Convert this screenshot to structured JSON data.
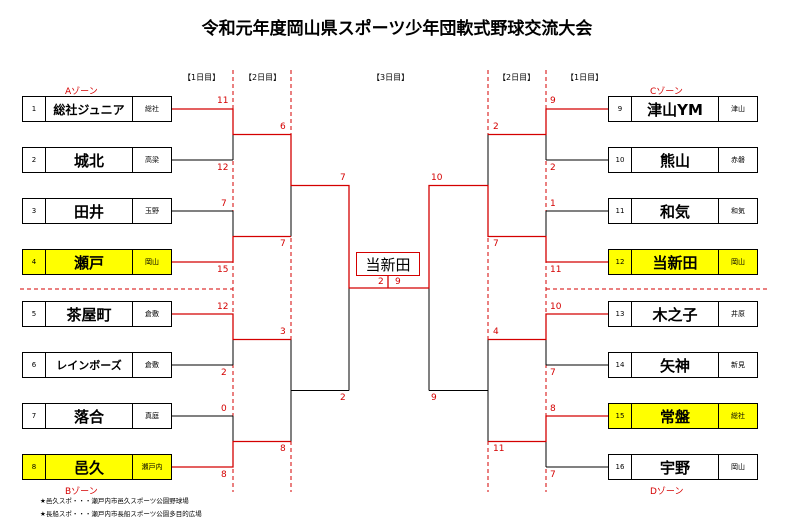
{
  "title": "令和元年度岡山県スポーツ少年団軟式野球交流大会",
  "round_labels": {
    "r1": "【1日目】",
    "r2": "【2日目】",
    "r3": "【3日目】"
  },
  "zones": {
    "a": "Aゾーン",
    "b": "Bゾーン",
    "c": "Cゾーン",
    "d": "Dゾーン"
  },
  "champion": "当新田",
  "left_teams": [
    {
      "seed": "1",
      "name": "総社ジュニア",
      "region": "総社",
      "highlight": false
    },
    {
      "seed": "2",
      "name": "城北",
      "region": "高梁",
      "highlight": false
    },
    {
      "seed": "3",
      "name": "田井",
      "region": "玉野",
      "highlight": false
    },
    {
      "seed": "4",
      "name": "瀬戸",
      "region": "岡山",
      "highlight": true
    },
    {
      "seed": "5",
      "name": "茶屋町",
      "region": "倉敷",
      "highlight": false
    },
    {
      "seed": "6",
      "name": "レインボーズ",
      "region": "倉敷",
      "highlight": false
    },
    {
      "seed": "7",
      "name": "落合",
      "region": "真庭",
      "highlight": false
    },
    {
      "seed": "8",
      "name": "邑久",
      "region": "瀬戸内",
      "highlight": true
    }
  ],
  "right_teams": [
    {
      "seed": "9",
      "name": "津山YM",
      "region": "津山",
      "highlight": false
    },
    {
      "seed": "10",
      "name": "熊山",
      "region": "赤磐",
      "highlight": false
    },
    {
      "seed": "11",
      "name": "和気",
      "region": "和気",
      "highlight": false
    },
    {
      "seed": "12",
      "name": "当新田",
      "region": "岡山",
      "highlight": true
    },
    {
      "seed": "13",
      "name": "木之子",
      "region": "井原",
      "highlight": false
    },
    {
      "seed": "14",
      "name": "矢神",
      "region": "新見",
      "highlight": false
    },
    {
      "seed": "15",
      "name": "常盤",
      "region": "総社",
      "highlight": true
    },
    {
      "seed": "16",
      "name": "宇野",
      "region": "岡山",
      "highlight": false
    }
  ],
  "scores": {
    "left_r1": [
      "11",
      "12",
      "7",
      "15",
      "12",
      "2",
      "0",
      "8"
    ],
    "left_r2": [
      "6",
      "7",
      "3",
      "8"
    ],
    "left_r3": [
      "7",
      "2"
    ],
    "right_r1": [
      "9",
      "2",
      "1",
      "11",
      "10",
      "7",
      "8",
      "7"
    ],
    "right_r2": [
      "2",
      "7",
      "4",
      "11"
    ],
    "right_r3": [
      "10",
      "9"
    ],
    "final": [
      "2",
      "9"
    ]
  },
  "notes": [
    "★邑久スポ・・・瀬戸内市邑久スポーツ公園野球場",
    "★長船スポ・・・瀬戸内市長船スポーツ公園多目的広場"
  ]
}
